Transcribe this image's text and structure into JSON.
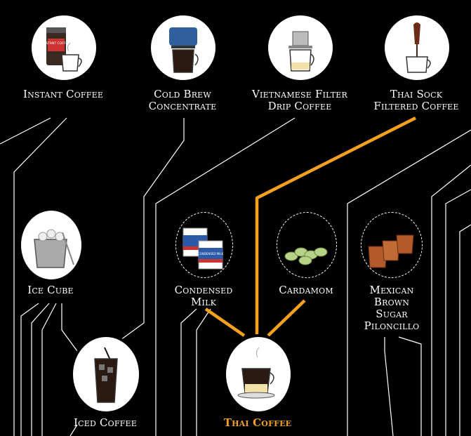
{
  "nodes": {
    "instant_coffee": {
      "line1": "Instant Coffee"
    },
    "cold_brew": {
      "line1": "Cold Brew",
      "line2": "Concentrate"
    },
    "vietnamese": {
      "line1": "Vietnamese Filter",
      "line2": "Drip Coffee"
    },
    "thai_sock": {
      "line1": "Thai Sock",
      "line2": "Filtered Coffee"
    },
    "ice_cube": {
      "line1": "Ice Cube"
    },
    "condensed_milk": {
      "line1": "Condensed",
      "line2": "Milk"
    },
    "cardamom": {
      "line1": "Cardamom"
    },
    "piloncillo": {
      "line1": "Mexican",
      "line2": "Brown",
      "line3": "Sugar",
      "line4": "Piloncillo"
    },
    "iced_coffee": {
      "line1": "Iced Coffee"
    },
    "thai_coffee": {
      "line1": "Thai Coffee"
    }
  },
  "labels_on_icons": {
    "instant_jar": "INSTANT COFFEE",
    "can": "CONDENSED MILK"
  },
  "colors": {
    "background": "#000000",
    "line": "#ffffff",
    "highlight": "#f5a11e"
  }
}
